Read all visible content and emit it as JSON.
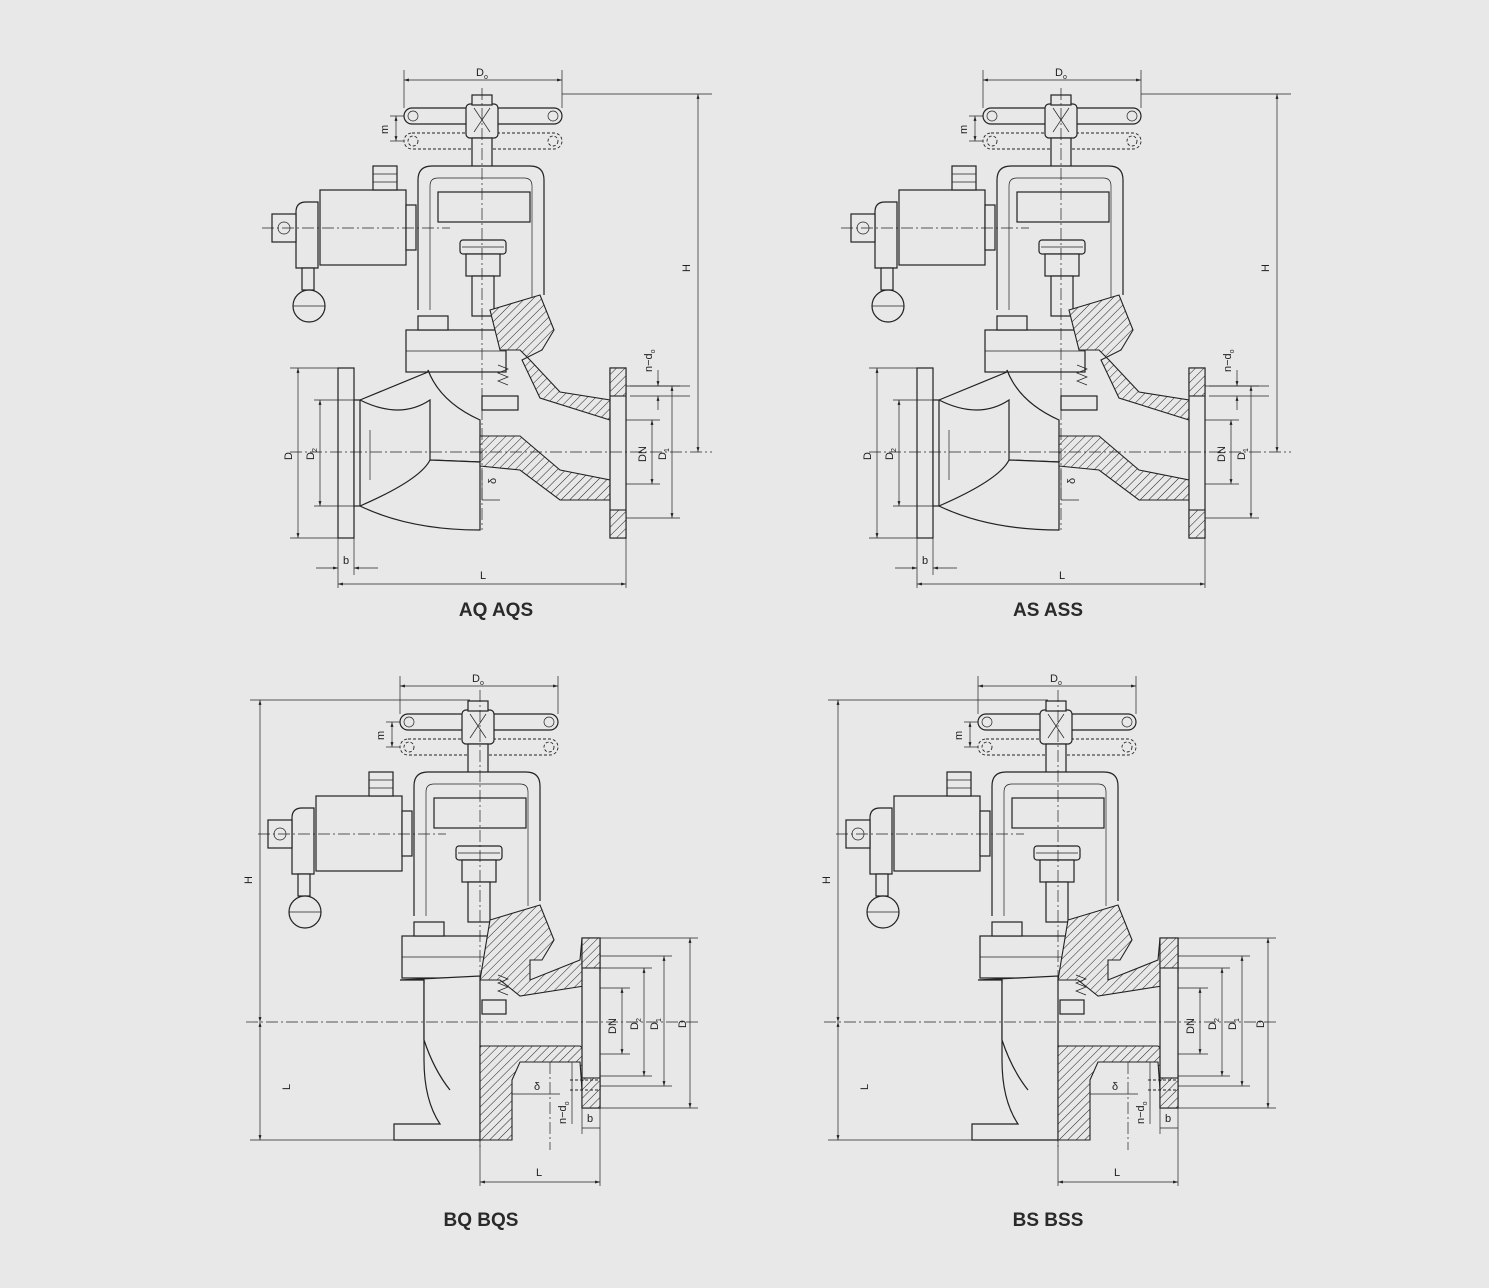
{
  "figures": [
    {
      "id": "aq",
      "title": "AQ AQS",
      "dims": {
        "Do": "D",
        "Do_sub": "o",
        "m": "m",
        "H": "H",
        "nd": "n−d",
        "nd_sub": "o",
        "D": "D",
        "D2": "D",
        "D2_sub": "2",
        "DN": "DN",
        "D1": "D",
        "D1_sub": "1",
        "delta": "δ",
        "b": "b",
        "L": "L"
      }
    },
    {
      "id": "as",
      "title": "AS ASS",
      "dims": {
        "Do": "D",
        "Do_sub": "o",
        "m": "m",
        "H": "H",
        "nd": "n−d",
        "nd_sub": "o",
        "D": "D",
        "D2": "D",
        "D2_sub": "2",
        "DN": "DN",
        "D1": "D",
        "D1_sub": "1",
        "delta": "δ",
        "b": "b",
        "L": "L"
      }
    },
    {
      "id": "bq",
      "title": "BQ BQS",
      "dims": {
        "Do": "D",
        "Do_sub": "o",
        "m": "m",
        "H": "H",
        "L_left": "L",
        "DN": "DN",
        "D2": "D",
        "D2_sub": "2",
        "D1": "D",
        "D1_sub": "1",
        "D": "D",
        "delta": "δ",
        "nd": "n−d",
        "nd_sub": "o",
        "b": "b",
        "L": "L"
      }
    },
    {
      "id": "bs",
      "title": "BS BSS",
      "dims": {
        "Do": "D",
        "Do_sub": "o",
        "m": "m",
        "H": "H",
        "L_left": "L",
        "DN": "DN",
        "D2": "D",
        "D2_sub": "2",
        "D1": "D",
        "D1_sub": "1",
        "D": "D",
        "delta": "δ",
        "nd": "n−d",
        "nd_sub": "o",
        "b": "b",
        "L": "L"
      }
    }
  ]
}
